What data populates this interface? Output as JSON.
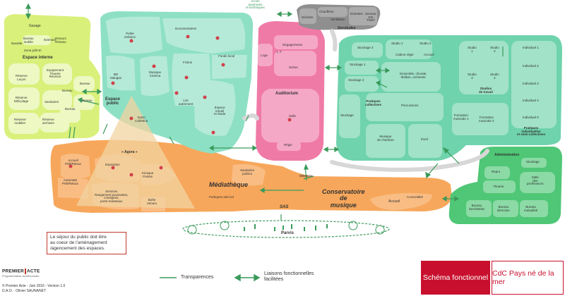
{
  "colors": {
    "green_light": "#d9f07a",
    "teal": "#8ee0c4",
    "teal_dark": "#6fd3ad",
    "pink": "#f07aa6",
    "grey": "#8f8f8f",
    "green": "#4fc776",
    "orange": "#f6a04d",
    "arrow": "#3a9a5b",
    "accent_red": "#c8102e"
  },
  "zones": {
    "interne": {
      "garage": "Garage",
      "bureau_mobile": "Bureau\nmobile",
      "itineraire": "Itinéraire",
      "retours_reseau": "Retours\nRéseau",
      "navette": "Navette",
      "zone_pret_tri": "Zone prêt-tri",
      "title": "Espace interne",
      "reserve_lucon": "Réserve\nLuçon",
      "equipement": "Equipement\nThuerie\nRéunion",
      "reserve_biblio": "Réserve\nbibli.plage",
      "bureau1": "Bureau",
      "bureau2": "Bureau",
      "sanitaires": "Sanitaires",
      "bureau3": "Bureau",
      "reserve_mobilier": "Réserve\nmobilier",
      "reserve_archives": "Réserve\narchives",
      "bureau4": "Bureau"
    },
    "public": {
      "petite_enfance": "Petite\nenfance",
      "documentaires": "Documentaires",
      "fonds_local": "Fonds local",
      "bd_mangas": "BD\nMangas",
      "musique_cinema": "Musique\nCinéma",
      "fiction": "Fiction",
      "espace_public": "Espace\npublic",
      "lire_autrement": "Lire\nautrement",
      "espace_travail": "Espace\ntravail\net étude",
      "salon_cafeteria": "Salon\nCafétéria"
    },
    "auditorium": {
      "acces": "Accès\nautomnes\net techniques",
      "degagements": "Dégagements",
      "loge": "Loge",
      "lt": "L.T.",
      "scene": "Scène",
      "title": "Auditorium",
      "salle": "Salle",
      "regie": "Régie"
    },
    "servitudes": {
      "dechets": "Déchets",
      "chaufferie": "Chaufferie",
      "ventilation": "Ventilation",
      "entretien": "Entretien",
      "serveur": "Serveur\nSSI\nTGBT",
      "title": "Servitudes"
    },
    "conservatoire_pole": {
      "stockage3": "Stockage 3",
      "studio1": "Studio 1",
      "studio2": "Studio 2",
      "cabine_regie": "Cabine régie",
      "accueil": "Accueil",
      "stockage1": "Stockage 1",
      "ensemble": "Ensemble, chorale,\nthéâtre, orchestre",
      "stockage2": "Stockage 2",
      "pratiques_collectives": "Pratiques\ncollectives",
      "percussions": "Percussions",
      "stockage": "Stockage",
      "musique_chambre": "Musique\nde chambre",
      "eveil": "Eveil",
      "studio_a": "Studio\n1",
      "studio_b": "Studio\n2",
      "studio_c": "Studio\n3",
      "studio_d": "Studio\n4",
      "studios_travail": "Studios\nde travail",
      "indiv1": "Individuel 1",
      "indiv2": "Individuel 2",
      "indiv3": "Individuel 3",
      "indiv4": "Individuel 4",
      "indiv5": "Individuel 5",
      "formation1": "Formation\nmusicale 1",
      "formation2": "Formation\nmusicale 2",
      "pratiques_indiv": "Pratiques\nindividuelles\net semi-collectives"
    },
    "administration": {
      "title": "Administration",
      "stockage": "Stockage",
      "repro": "Repro",
      "salle_profs": "Salle\ndes\nprofesseurs",
      "thuerie": "Thuerie",
      "bureau_secretariat": "Bureau\nSecrétariat",
      "bureau_direction": "Bureau\nDirection",
      "bureau_mutualise": "Bureau\nmutualisé"
    },
    "accueil": {
      "agora": "« Agora »",
      "accueil_pret": "Accueil\nPrêt/Retour",
      "exposition": "Exposition",
      "kiosque": "Kiosque\nPoésie",
      "automate": "Automate\nPrêt/Retour",
      "services": "Services\nRangement poussettes,\nconsignes,\nporte-manteaux",
      "boite_retours": "Boîte\nretours",
      "sanitaires_publics": "Sanitaires\npublics",
      "billetterie": "Billetterie",
      "mediatheque": "Médiathèque",
      "portiques": "Portiques anti-vol",
      "conservatoire": "Conservatoire\nde\nmusique",
      "accueil": "Accueil",
      "convivialite": "Convivialité",
      "sas": "SAS",
      "parvis": "Parvis"
    }
  },
  "note": "Le séjour du public doit être\nau coeur de l’aménagement\n/agencement des espaces.",
  "legend": {
    "transparences": "Transparences",
    "liaisons": "Liaisons fonctionnelles\nfacilitées"
  },
  "logo": {
    "left": "PREMIER",
    "right": "ACTE",
    "sub": "Programmation architecturale"
  },
  "credits": "© Premier Acte - Juin 2016 - Version 1.0\nD.A.O. : Olivier SAUNANET",
  "title_block": {
    "schema": "Schéma fonctionnel",
    "client": "CdC Pays né de la mer"
  }
}
